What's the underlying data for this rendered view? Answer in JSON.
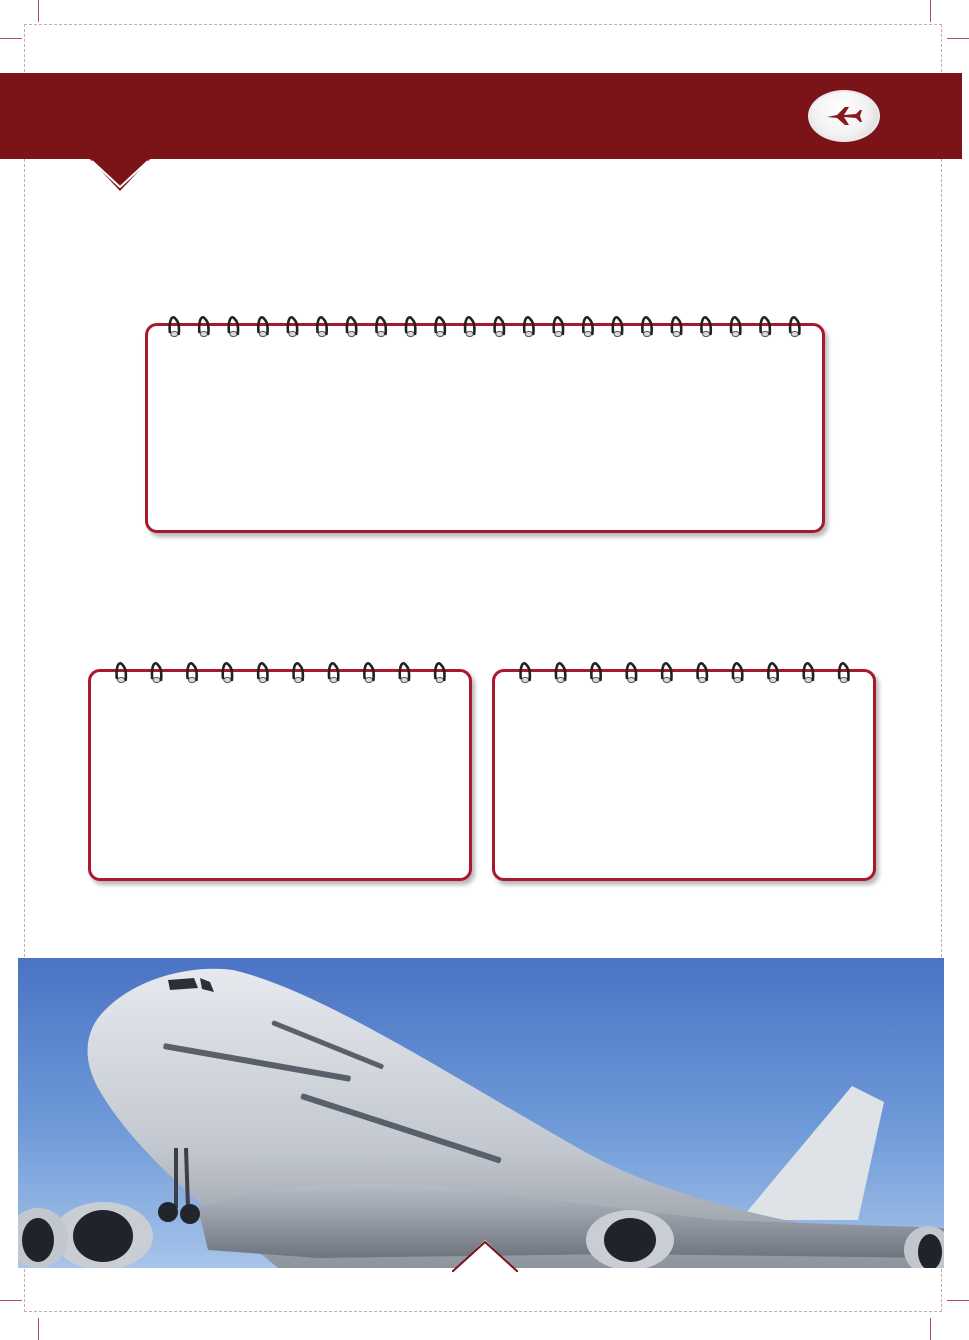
{
  "page": {
    "header": {
      "icon": "airplane-icon",
      "color": "#7a1418"
    },
    "card_border_color": "#a8192c",
    "cards": [
      {
        "id": "top-notepad",
        "rings": 22,
        "text": ""
      },
      {
        "id": "left-notepad",
        "rings": 10,
        "text": ""
      },
      {
        "id": "right-notepad",
        "rings": 10,
        "text": ""
      }
    ],
    "photo": {
      "subject": "jumbo-jet-takeoff-photo"
    }
  }
}
